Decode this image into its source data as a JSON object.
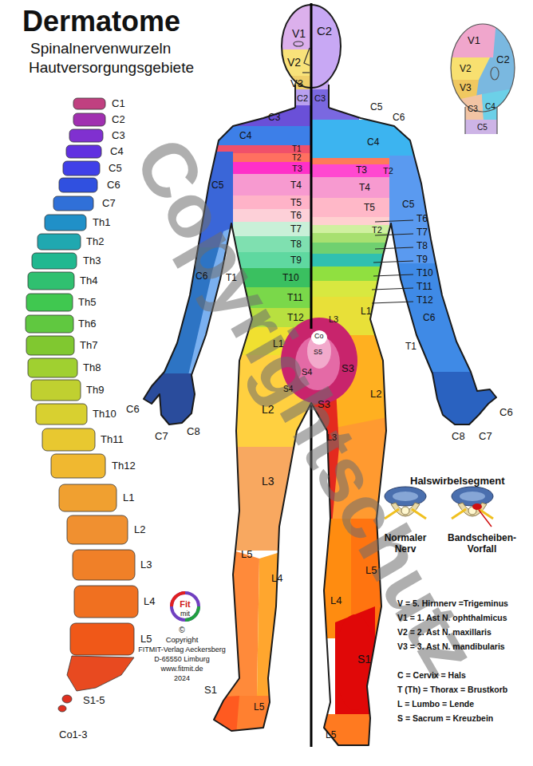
{
  "diagram": {
    "title": "Dermatome",
    "labels": [
      "Spinalnervenwurzeln",
      "Hautversorgungsgebiete",
      "C1",
      "C2",
      "C3",
      "C4",
      "C5",
      "C6",
      "C7",
      "Th1",
      "Th2",
      "Th3",
      "Th4",
      "Th5",
      "Th6",
      "Th7",
      "Th8",
      "Th9",
      "Th10",
      "Th11",
      "Th12",
      "L1",
      "L2",
      "L3",
      "L4",
      "L5",
      "S1-5",
      "Co1-3",
      "V1",
      "V2",
      "V3",
      "C2",
      "C2",
      "C3",
      "C3",
      "C5",
      "C6",
      "C4",
      "C4",
      "T1",
      "T2",
      "T3",
      "T4",
      "T5",
      "T6",
      "T7",
      "T8",
      "T9",
      "T10",
      "T11",
      "T12",
      "C5",
      "C6",
      "T1",
      "L1",
      "T3",
      "T2",
      "T4",
      "T5",
      "T2",
      "C5",
      "T6",
      "T7",
      "T8",
      "T9",
      "T10",
      "T11",
      "T12",
      "L1",
      "L3",
      "C6",
      "T1",
      "Co",
      "S5",
      "S4",
      "S3",
      "S4",
      "S3",
      "L2",
      "L2",
      "L3",
      "L3",
      "L5",
      "L4",
      "L5",
      "L4",
      "S1",
      "S1",
      "L5",
      "L5",
      "C6",
      "C7",
      "C8",
      "C6",
      "C7",
      "C8",
      "V1",
      "C2",
      "V2",
      "V3",
      "C3",
      "C4",
      "C5",
      "Halswirbelsegment",
      "Normaler Nerv",
      "Bandscheiben-Vorfall",
      "V = 5. Hirnnerv =Trigeminus",
      "V1 = 1. Ast N. ophthalmicus",
      "V2 = 2. Ast N. maxillaris",
      "V3 = 3. Ast N. mandibularis",
      "C = Cervix = Hals",
      "T (Th) = Thorax = Brustkorb",
      "L = Lumbo = Lende",
      "S = Sacrum = Kreuzbein",
      "Fit",
      "mit",
      "©",
      "Copyright",
      "FITMIT-Verlag Aeckersberg",
      "D-65550 Limburg",
      "www.fitmit.de",
      "2024",
      "Copyrightschutz"
    ]
  }
}
